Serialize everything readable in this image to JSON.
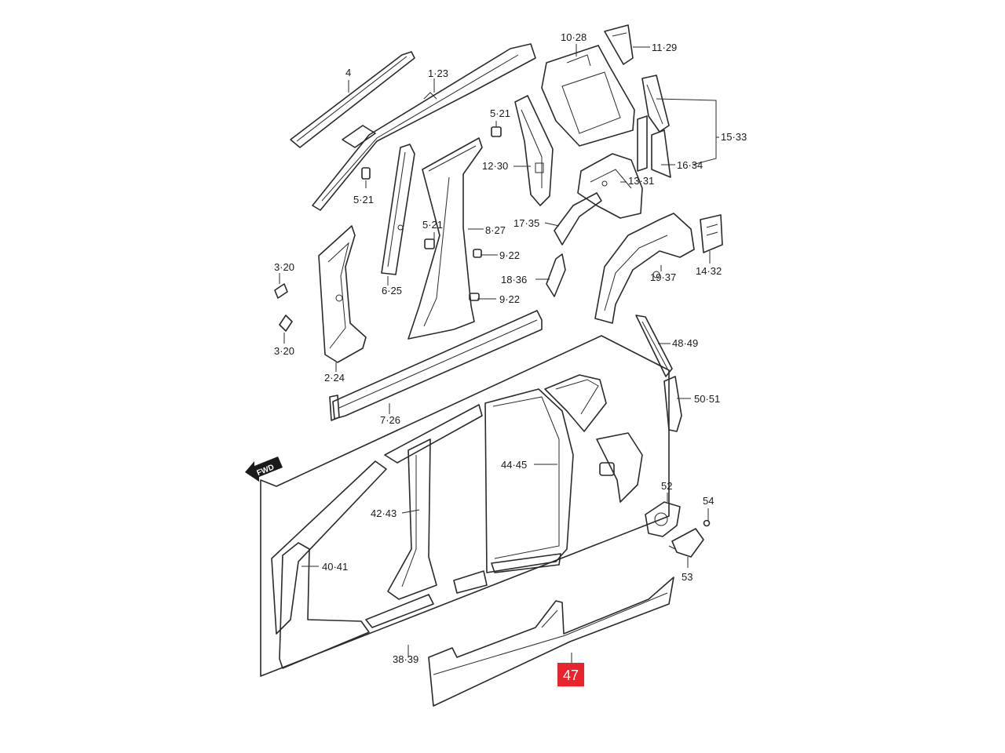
{
  "fwd_arrow": {
    "text": "FWD"
  },
  "highlight": {
    "label": "47",
    "color": "#e8232c"
  },
  "callouts": [
    {
      "id": "4",
      "text": "4"
    },
    {
      "id": "1-23",
      "text": "1·23"
    },
    {
      "id": "10-28",
      "text": "10·28"
    },
    {
      "id": "11-29",
      "text": "11·29"
    },
    {
      "id": "5-21a",
      "text": "5·21"
    },
    {
      "id": "15-33",
      "text": "15·33"
    },
    {
      "id": "12-30",
      "text": "12·30"
    },
    {
      "id": "16-34",
      "text": "16·34"
    },
    {
      "id": "5-21b",
      "text": "5·21"
    },
    {
      "id": "13-31",
      "text": "13·31"
    },
    {
      "id": "5-21c",
      "text": "5·21"
    },
    {
      "id": "8-27",
      "text": "8·27"
    },
    {
      "id": "17-35",
      "text": "17·35"
    },
    {
      "id": "9-22a",
      "text": "9·22"
    },
    {
      "id": "3-20a",
      "text": "3·20"
    },
    {
      "id": "18-36",
      "text": "18·36"
    },
    {
      "id": "19-37",
      "text": "19·37"
    },
    {
      "id": "14-32",
      "text": "14·32"
    },
    {
      "id": "6-25",
      "text": "6·25"
    },
    {
      "id": "9-22b",
      "text": "9·22"
    },
    {
      "id": "3-20b",
      "text": "3·20"
    },
    {
      "id": "48-49",
      "text": "48·49"
    },
    {
      "id": "2-24",
      "text": "2·24"
    },
    {
      "id": "50-51",
      "text": "50·51"
    },
    {
      "id": "7-26",
      "text": "7·26"
    },
    {
      "id": "44-45",
      "text": "44·45"
    },
    {
      "id": "52",
      "text": "52"
    },
    {
      "id": "54",
      "text": "54"
    },
    {
      "id": "42-43",
      "text": "42·43"
    },
    {
      "id": "40-41",
      "text": "40·41"
    },
    {
      "id": "53",
      "text": "53"
    },
    {
      "id": "38-39",
      "text": "38·39"
    }
  ]
}
